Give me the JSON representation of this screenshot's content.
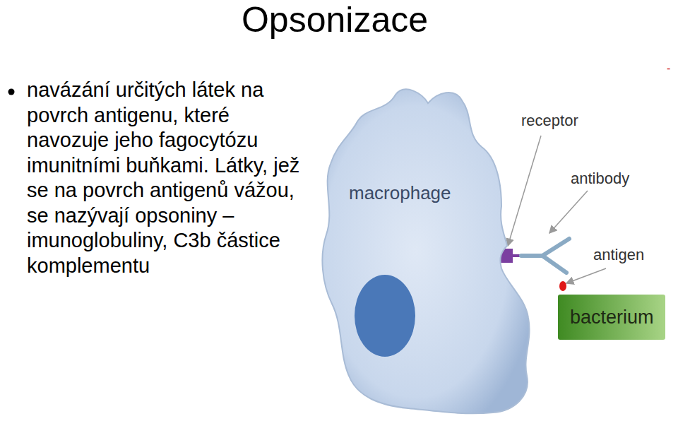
{
  "diagram": {
    "title": "Opsonizace",
    "nodes": [
      {
        "text": [
          "macrophage"
        ]
      },
      {
        "text": [
          "bacterium"
        ]
      }
    ],
    "labels": [
      "navázání určitých látek na povrch antigenu, které navozuje jeho fagocytózu imunitními buňkami. Látky, jež se na povrch antigenů vážou, se nazývají opsoniny – imunoglobuliny, C3b částice komplementu",
      "receptor",
      "antibody",
      "antigen",
      "-"
    ]
  }
}
